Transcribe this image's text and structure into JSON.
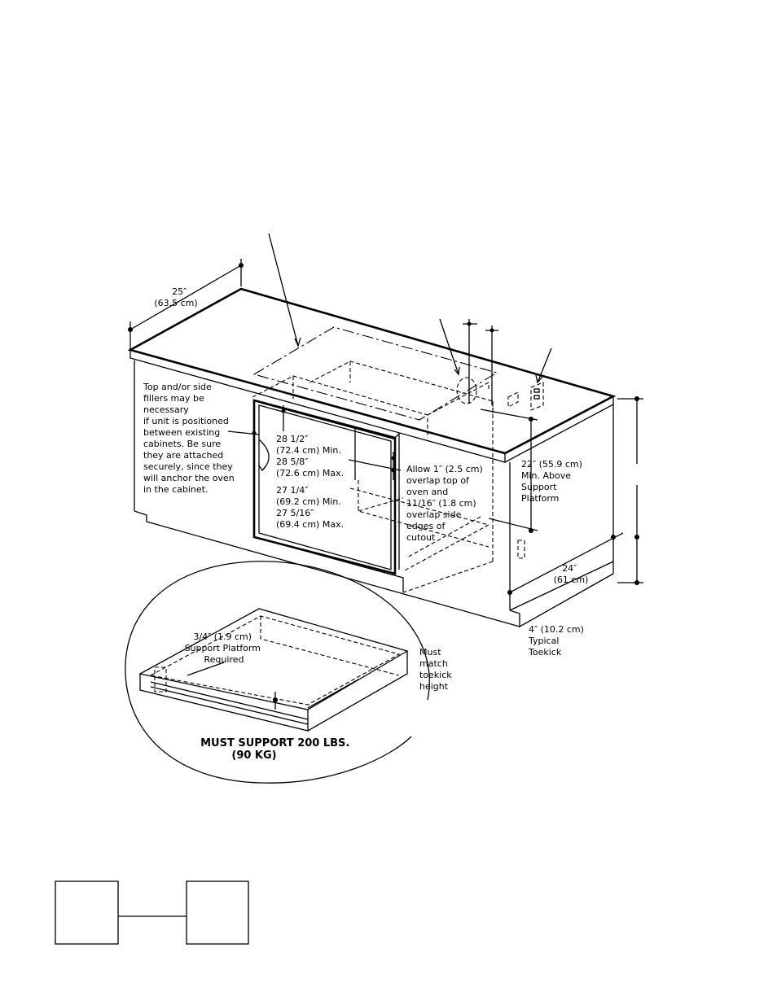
{
  "labels": {
    "depth_25": [
      "25″",
      "(63.5 cm)"
    ],
    "fillers_note": [
      "Top and/or side",
      "fillers may be",
      "necessary",
      "if unit is positioned",
      "between existing",
      "cabinets. Be sure",
      "they are attached",
      "securely, since they",
      "will anchor the oven",
      "in the cabinet."
    ],
    "cutout_height": [
      "28 1/2″",
      "(72.4 cm) Min.",
      "28 5/8″",
      "(72.6 cm) Max."
    ],
    "cutout_width": [
      "27 1/4″",
      "(69.2 cm) Min.",
      "27 5/16″",
      "(69.4 cm) Max."
    ],
    "overlap_note": [
      "Allow 1″ (2.5 cm)",
      "overlap top of",
      "oven and",
      "11/16″ (1.8 cm)",
      "overlap side",
      "edges of",
      "cutout"
    ],
    "min_above": [
      "22″ (55.9 cm)",
      "Min. Above",
      "Support",
      "Platform"
    ],
    "depth_24": [
      "24″",
      "(61 cm)"
    ],
    "toekick": [
      "4″ (10.2 cm)",
      "Typical",
      "Toekick"
    ],
    "platform": [
      "3/4″ (1.9 cm)",
      "Support Platform",
      "Required"
    ],
    "must_match": [
      "Must",
      "match",
      "toekick",
      "height"
    ],
    "must_support": [
      "MUST SUPPORT 200 LBS.",
      "(90 KG)"
    ]
  }
}
